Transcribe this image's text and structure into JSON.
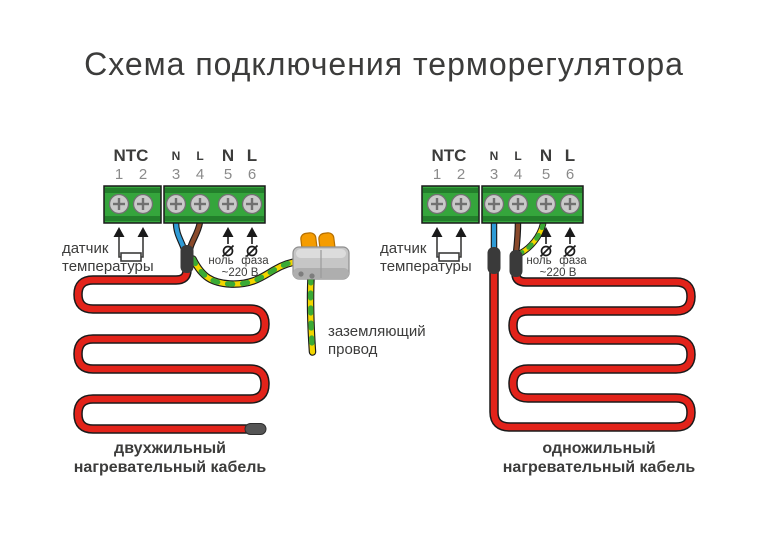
{
  "page": {
    "title": "Схема подключения терморегулятора"
  },
  "terminal_block": {
    "ntc_label": "NTC",
    "sensor_n": "N",
    "sensor_l": "L",
    "power_n": "N",
    "power_l": "L",
    "numbers": [
      "1",
      "2",
      "3",
      "4",
      "5",
      "6"
    ]
  },
  "annotations": {
    "sensor_label_line1": "датчик",
    "sensor_label_line2": "температуры",
    "neutral_label": "ноль",
    "phase_label": "фаза",
    "voltage_label": "~220 В",
    "ground_label_line1": "заземляющий",
    "ground_label_line2": "провод"
  },
  "captions": {
    "left_cable_line1": "двухжильный",
    "left_cable_line2": "нагревательный кабель",
    "right_cable_line1": "одножильный",
    "right_cable_line2": "нагревательный кабель"
  },
  "icons": {
    "up-arrow-icon": "▲ solid triangle pointing up",
    "wire-end-icon": "ø circle with slash (wire lead)",
    "screw-icon": "round screw head with cross slot",
    "sensor-resistor-icon": "small rectangle (NTC sensor)"
  },
  "colors": {
    "text": "#3c3c3b",
    "numbers_gray": "#8a8a8a",
    "terminal_green": "#35a53c",
    "terminal_green_dark": "#237f2b",
    "terminal_outline": "#1a1a1a",
    "screw_fill": "#c9c9c9",
    "screw_stroke": "#707070",
    "heating_cable_red": "#e2231a",
    "wire_blue": "#2e9bd6",
    "wire_brown": "#8a4a2b",
    "ground_yellow": "#f2d600",
    "ground_green": "#3aaa35",
    "sleeve_black": "#3a3a3a",
    "end_cap_gray": "#555555",
    "connector_body": "#c6c6c6",
    "connector_lever_orange": "#f59c00",
    "arrow_black": "#1a1a1a"
  }
}
